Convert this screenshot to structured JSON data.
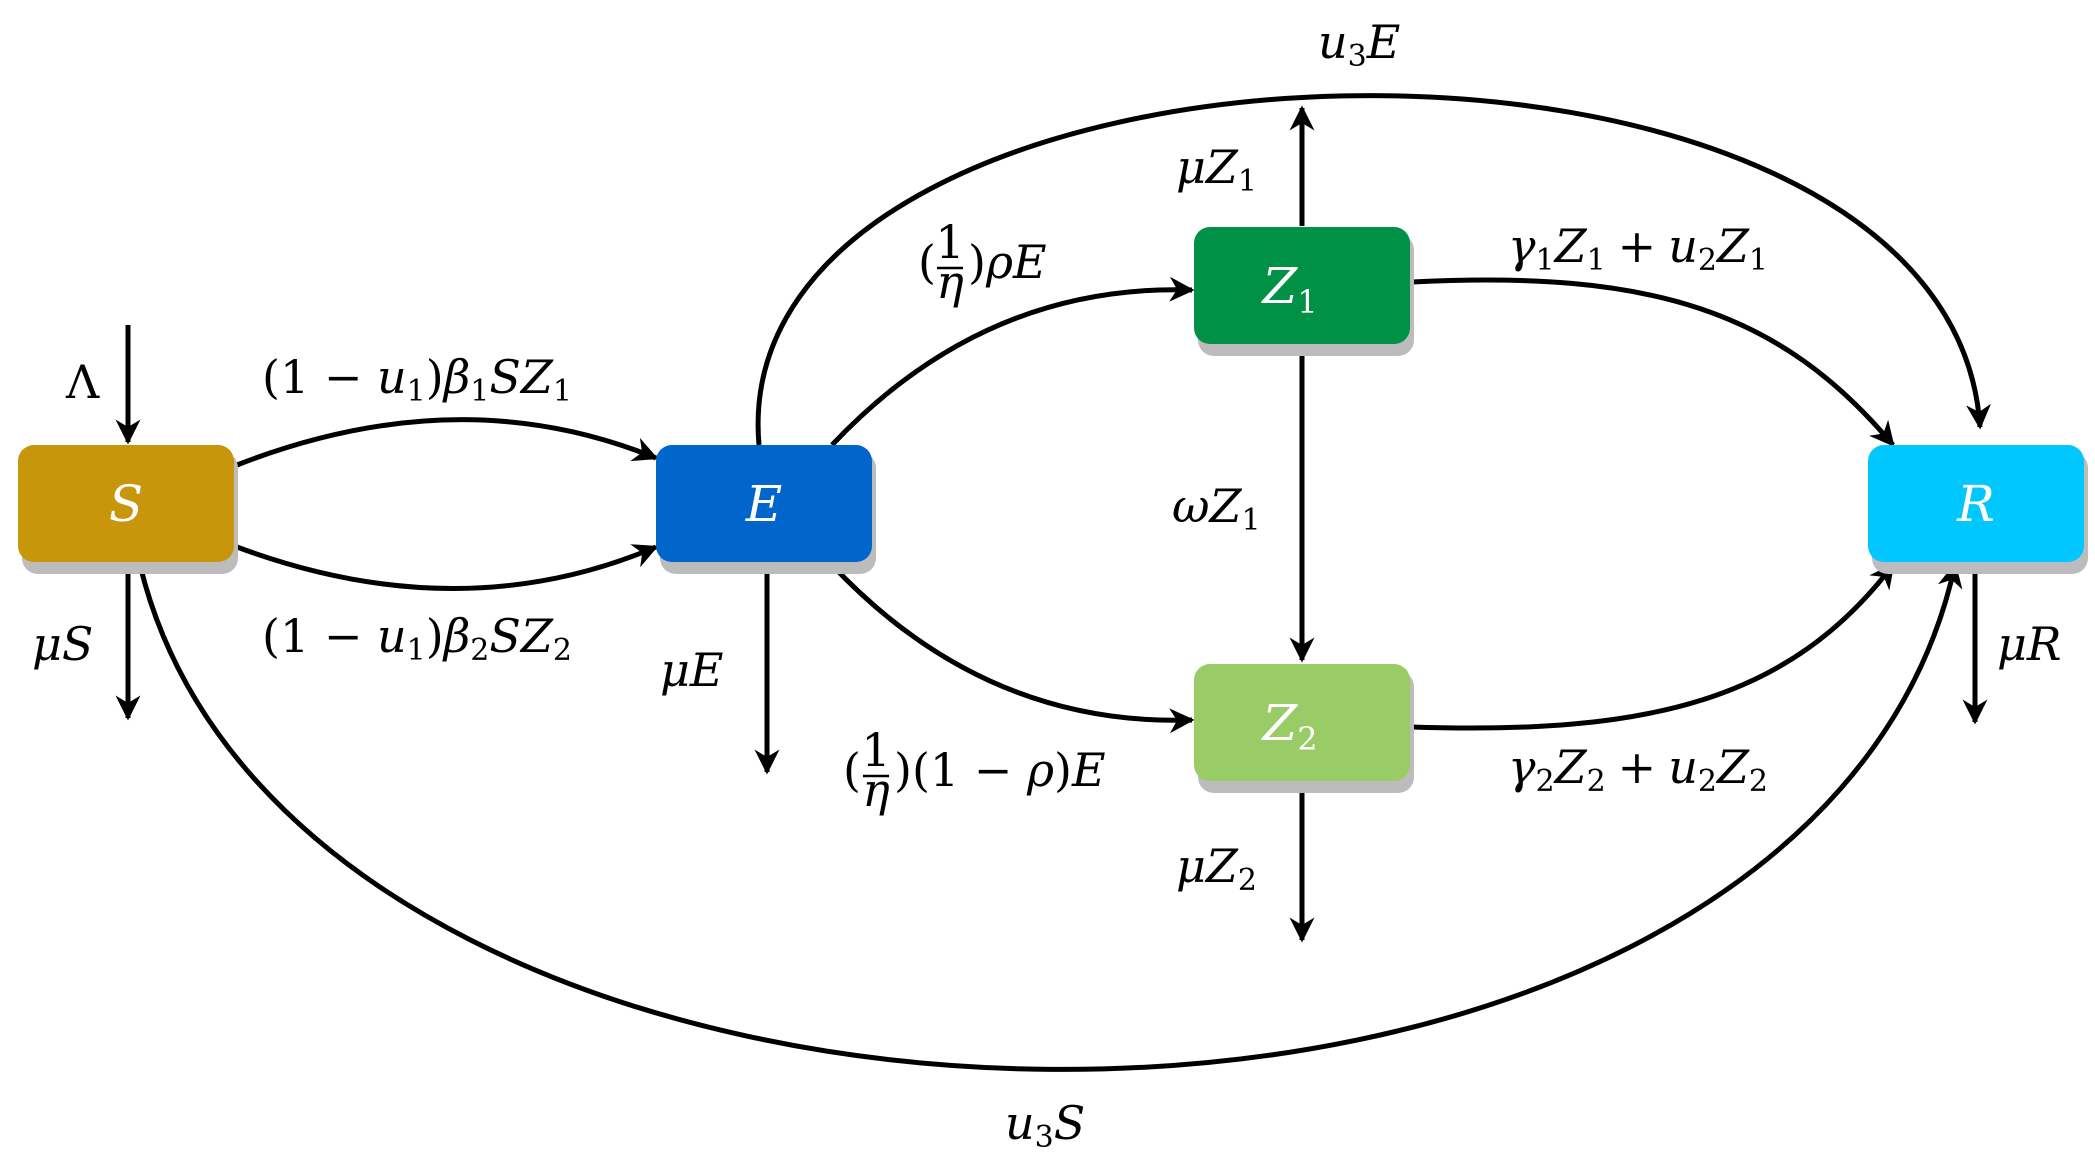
{
  "colors": {
    "S": "#c8960a",
    "E": "#0066cc",
    "Z1": "#009147",
    "Z2": "#99cc66",
    "R": "#00c8ff",
    "shadow": "#bcbcbc"
  },
  "nodes": {
    "S": {
      "var": "S",
      "sub": ""
    },
    "E": {
      "var": "E",
      "sub": ""
    },
    "Z1": {
      "var": "Z",
      "sub": "1"
    },
    "Z2": {
      "var": "Z",
      "sub": "2"
    },
    "R": {
      "var": "R",
      "sub": ""
    }
  },
  "labels": {
    "lambda": "Λ",
    "mu": "μ",
    "omega": "ω",
    "gamma": "γ",
    "beta": "β",
    "eta": "η",
    "rho": "ρ",
    "one": "1",
    "two": "2",
    "three": "3",
    "plus": "+",
    "minus": "−",
    "open_paren": "(",
    "close_paren": ")",
    "one_minus_open": "(1 − ",
    "u": "u",
    "S": "S",
    "E": "E",
    "Z": "Z",
    "R": "R"
  }
}
